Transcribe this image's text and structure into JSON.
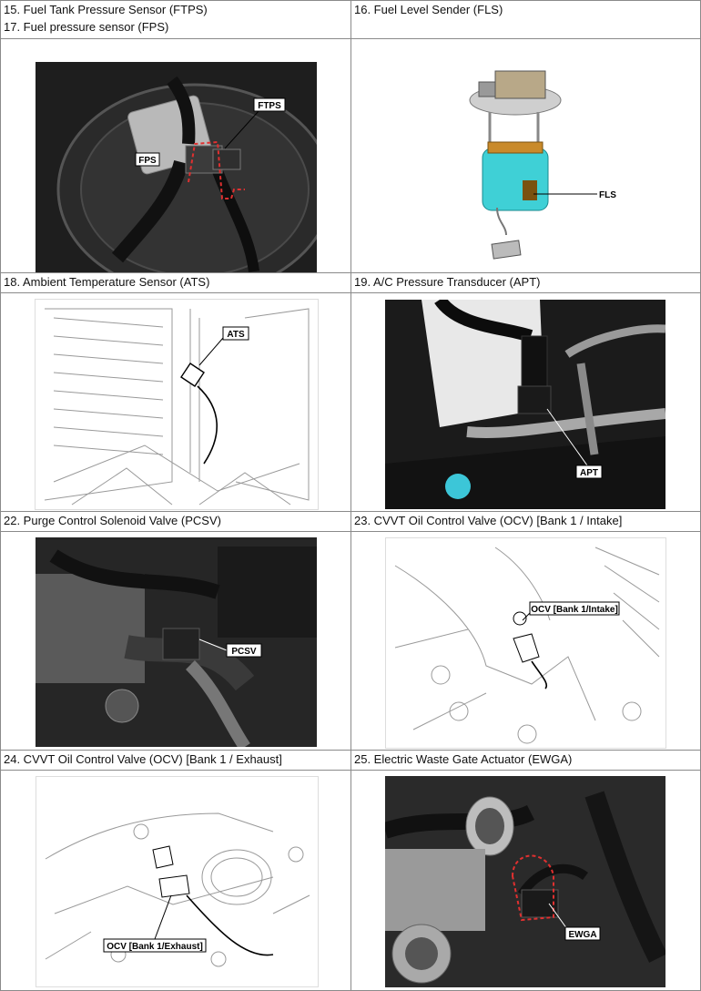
{
  "cells": [
    {
      "captions": [
        "15. Fuel Tank Pressure Sensor (FTPS)",
        "17. Fuel pressure sensor (FPS)"
      ],
      "labels": [
        "FTPS",
        "FPS"
      ]
    },
    {
      "captions": [
        "16. Fuel Level Sender (FLS)"
      ],
      "labels": [
        "FLS"
      ]
    },
    {
      "captions": [
        "18. Ambient Temperature Sensor (ATS)"
      ],
      "labels": [
        "ATS"
      ]
    },
    {
      "captions": [
        "19. A/C Pressure Transducer (APT)"
      ],
      "labels": [
        "APT"
      ]
    },
    {
      "captions": [
        "22. Purge Control Solenoid Valve (PCSV)"
      ],
      "labels": [
        "PCSV"
      ]
    },
    {
      "captions": [
        "23. CVVT Oil Control Valve (OCV) [Bank 1 / Intake]"
      ],
      "labels": [
        "OCV [Bank 1/Intake]"
      ]
    },
    {
      "captions": [
        "24. CVVT Oil Control Valve (OCV) [Bank 1 / Exhaust]"
      ],
      "labels": [
        "OCV [Bank 1/Exhaust]"
      ]
    },
    {
      "captions": [
        "25. Electric Waste Gate Actuator (EWGA)"
      ],
      "labels": [
        "EWGA"
      ]
    }
  ],
  "colors": {
    "grid": "#8a8a8a",
    "callout_red": "#e03030",
    "fls_body": "#3fd0d6"
  }
}
